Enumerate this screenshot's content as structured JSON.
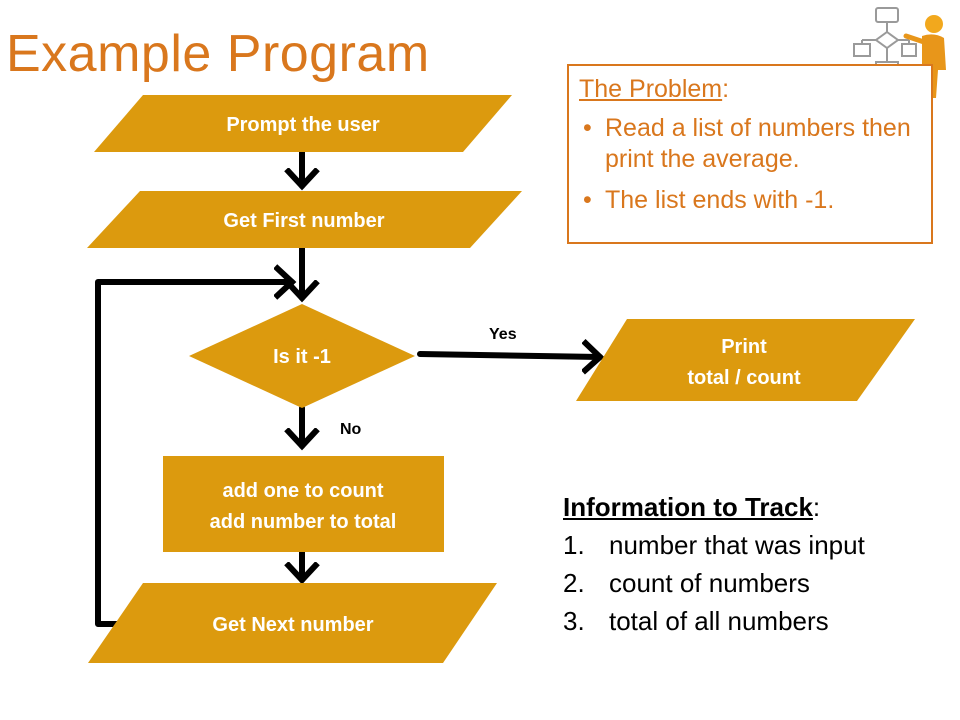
{
  "slide": {
    "title": "Example Program"
  },
  "flowchart": {
    "nodes": {
      "prompt_user": "Prompt the user",
      "get_first": "Get First number",
      "decision": "Is it -1",
      "print_line1": "Print",
      "print_line2": "total / count",
      "process_line1": "add one to count",
      "process_line2": "add number to total",
      "get_next": "Get Next number"
    },
    "edges": {
      "yes": "Yes",
      "no": "No"
    },
    "colors": {
      "shape_fill": "#dc9a0e",
      "shape_text": "#ffffff",
      "arrow": "#000000"
    }
  },
  "problem": {
    "heading": "The Problem",
    "heading_suffix": ":",
    "bullets": [
      "Read a list of numbers then print the average.",
      "The list ends with -1."
    ]
  },
  "info": {
    "heading": "Information to Track",
    "heading_suffix": ":",
    "items": [
      {
        "num": "1.",
        "text": "number that was input"
      },
      {
        "num": "2.",
        "text": "count of numbers"
      },
      {
        "num": "3.",
        "text": "total of all numbers"
      }
    ]
  },
  "decoration": {
    "presenter_icon": "flowchart-presenter-icon"
  },
  "colors": {
    "accent": "#d9771d"
  }
}
